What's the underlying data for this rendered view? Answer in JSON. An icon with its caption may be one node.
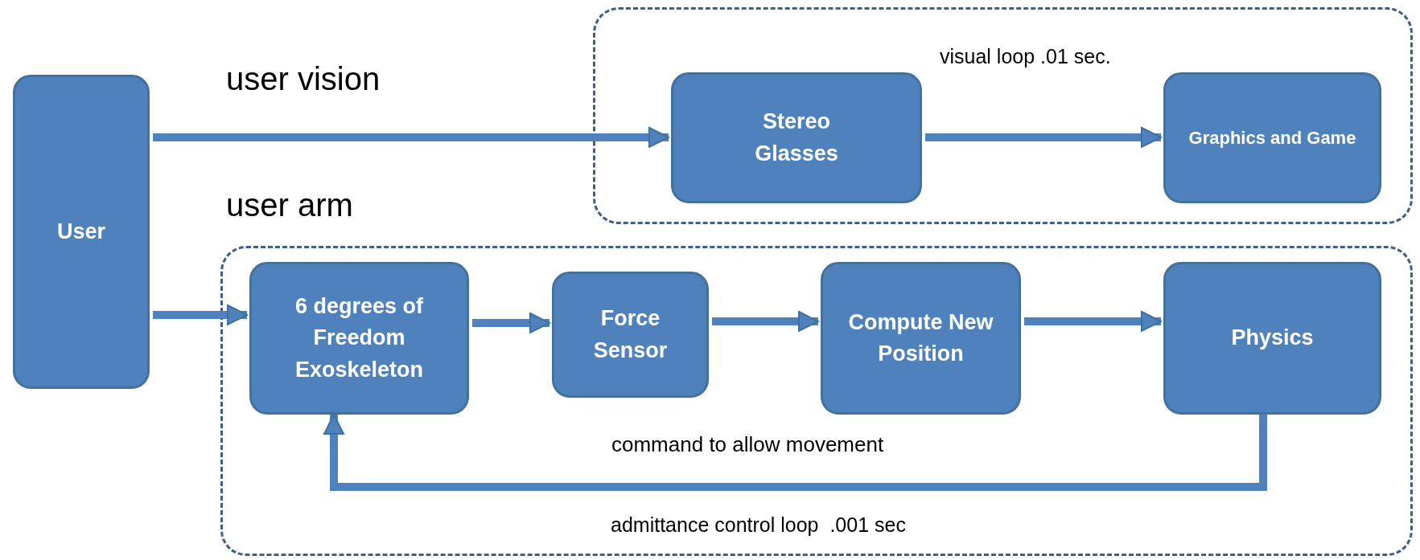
{
  "diagram": {
    "nodes": [
      {
        "text": [
          "User"
        ]
      },
      {
        "text": [],
        "shape": "box",
        "beside": [
          "visual loop .01 sec."
        ]
      },
      {
        "text": [
          "Stereo Glasses"
        ],
        "in": 1
      },
      {
        "text": [
          "Graphics and Game"
        ],
        "in": 1
      },
      {
        "text": [],
        "shape": "box",
        "beside": [
          "admittance control loop  .001 sec"
        ]
      },
      {
        "text": [
          "6 degrees of Freedom Exoskeleton"
        ],
        "in": 4
      },
      {
        "text": [
          "Force Sensor"
        ],
        "in": 4
      },
      {
        "text": [
          "Compute New Position"
        ],
        "in": 4
      },
      {
        "text": [
          "Physics"
        ],
        "in": 4
      }
    ],
    "edges": [
      {
        "from": 0,
        "to": 2,
        "arrow": "to",
        "label": "user vision"
      },
      {
        "from": 2,
        "to": 3,
        "arrow": "to"
      },
      {
        "from": 0,
        "to": 5,
        "arrow": "to",
        "label": "user arm"
      },
      {
        "from": 5,
        "to": 6,
        "arrow": "to"
      },
      {
        "from": 6,
        "to": 7,
        "arrow": "to"
      },
      {
        "from": 7,
        "to": 8,
        "arrow": "to"
      },
      {
        "from": 8,
        "to": 5,
        "arrow": "to",
        "label": "command to allow movement"
      }
    ]
  }
}
